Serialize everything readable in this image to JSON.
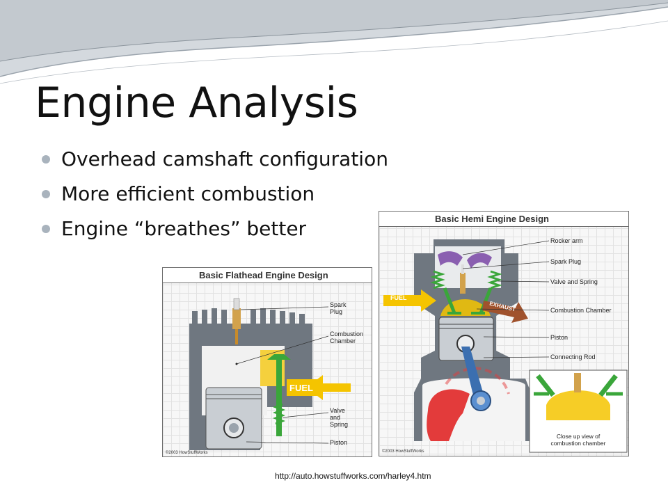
{
  "slide": {
    "title": "Engine Analysis",
    "bullets": [
      "Overhead camshaft configuration",
      "More efficient combustion",
      "Engine “breathes” better"
    ],
    "source_url": "http://auto.howstuffworks.com/harley4.htm"
  },
  "flathead": {
    "title": "Basic Flathead Engine Design",
    "fuel_label": "FUEL",
    "labels": {
      "spark_plug": "Spark\nPlug",
      "combustion_chamber": "Combustion\nChamber",
      "valve_spring": "Valve\nand\nSpring",
      "piston": "Piston"
    },
    "copyright": "©2003 HowStuffWorks"
  },
  "hemi": {
    "title": "Basic Hemi Engine Design",
    "fuel_label": "FUEL",
    "exhaust_label": "EXHAUST",
    "labels": {
      "rocker_arm": "Rocker arm",
      "spark_plug": "Spark Plug",
      "valve_spring": "Valve and Spring",
      "combustion_chamber": "Combustion Chamber",
      "piston": "Piston",
      "connecting_rod": "Connecting Rod"
    },
    "inset_caption": "Close up view of\ncombustion chamber",
    "copyright": "©2003 HowStuffWorks"
  },
  "colors": {
    "fuel_yellow": "#f5c400",
    "valve_green": "#3aa63a",
    "rocker_purple": "#8a5fb0",
    "crank_red": "#e33b3b",
    "exhaust_brown": "#a0522d",
    "steel": "#9aa3ac",
    "bullet_gray": "#a9b3bd"
  }
}
